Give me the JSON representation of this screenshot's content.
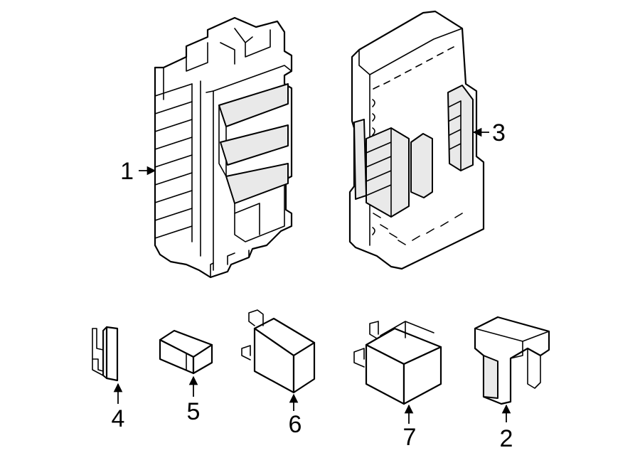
{
  "callouts": {
    "fuse_box_main": "1",
    "fuse_box_cover": "3",
    "blade_fuse": "4",
    "mini_fuse": "5",
    "relay_small": "6",
    "relay_large": "7",
    "fuse_puller": "2"
  },
  "colors": {
    "line": "#000000",
    "background": "#ffffff"
  }
}
